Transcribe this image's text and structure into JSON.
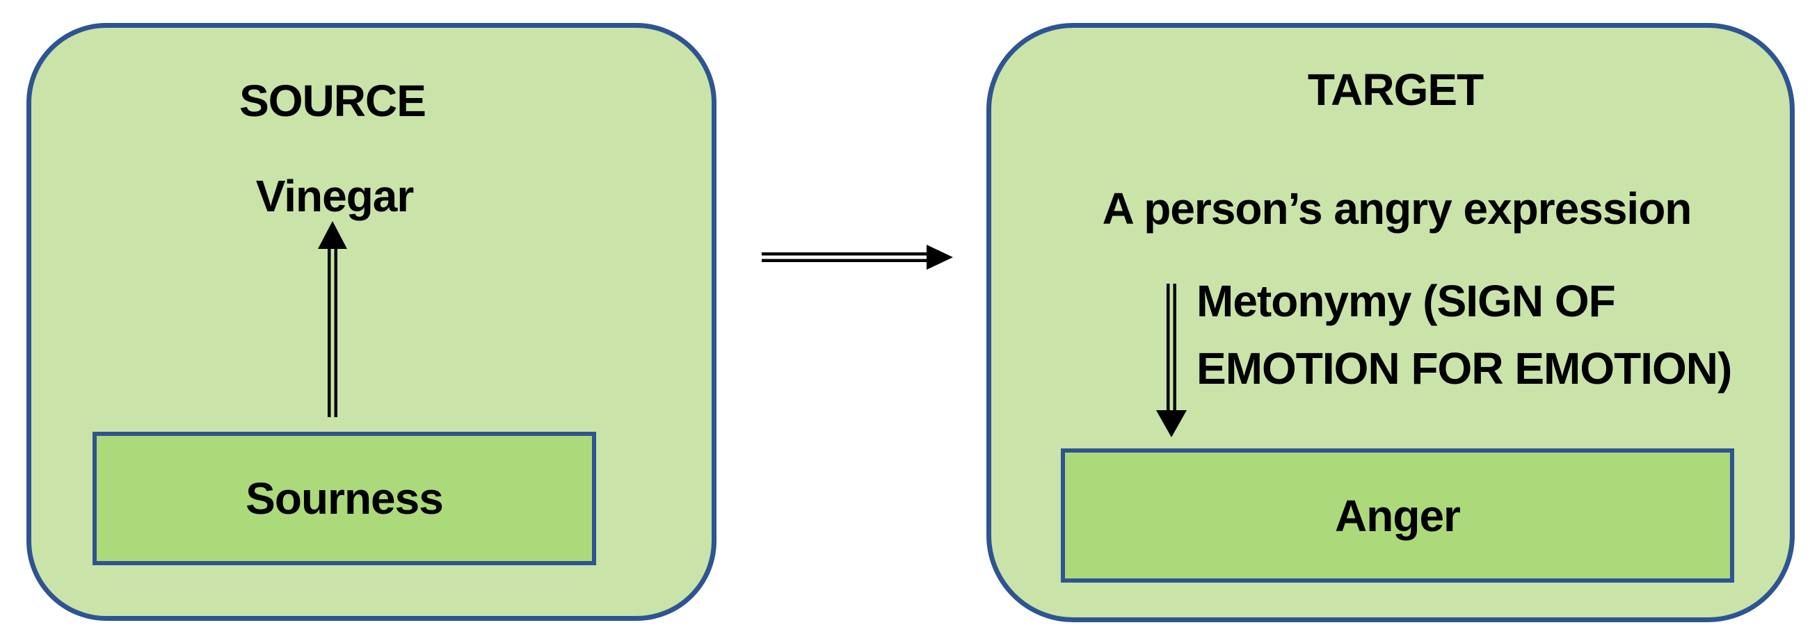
{
  "source_panel": {
    "title": "SOURCE",
    "item": "Vinegar",
    "attribute": "Sourness"
  },
  "target_panel": {
    "title": "TARGET",
    "item": "A person’s angry expression",
    "metonymy_label_line1": "Metonymy (SIGN OF",
    "metonymy_label_line2": "EMOTION FOR EMOTION)",
    "attribute": "Anger"
  },
  "colors": {
    "panel_fill": "#c9e3a9",
    "attribute_fill": "#acd97a",
    "border": "#2e5491",
    "arrow": "#000000",
    "background": "#ffffff",
    "text": "#000000"
  }
}
